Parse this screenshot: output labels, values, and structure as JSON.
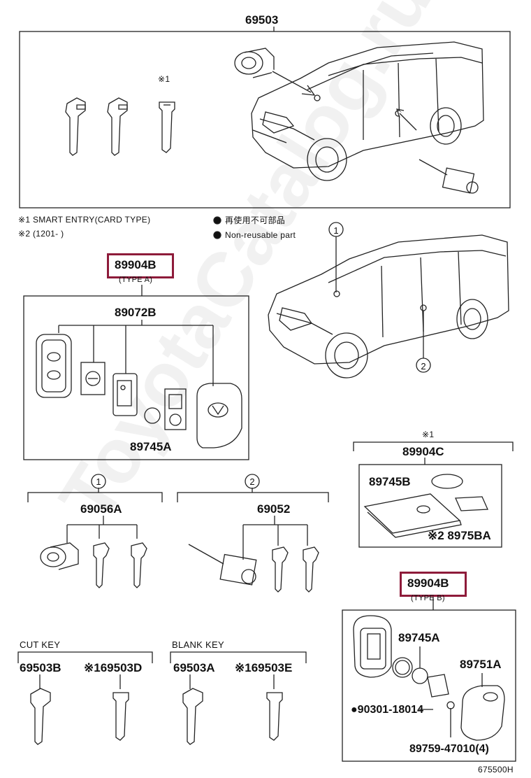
{
  "labels": {
    "top_part": "69503",
    "note1": "※1 SMART ENTRY(CARD TYPE)",
    "note2": "※2 (1201-      )",
    "legend_jp": "再使用不可部品",
    "legend_en": "Non-reusable part",
    "ref1_top": "※1",
    "part_89904B_a": "89904B",
    "type_a": "(TYPE A)",
    "part_89072B": "89072B",
    "part_89745A_a": "89745A",
    "callout_1": "①",
    "callout_2": "②",
    "callout_1b": "①",
    "callout_2b": "②",
    "ref1_card": "※1",
    "part_89904C": "89904C",
    "part_89745B": "89745B",
    "part_8975BA": "※2 8975BA",
    "part_69056A": "69056A",
    "part_69052": "69052",
    "part_89904B_b": "89904B",
    "type_b": "(TYPE B)",
    "cut_key": "CUT KEY",
    "blank_key": "BLANK KEY",
    "part_69503B": "69503B",
    "part_69503D": "※169503D",
    "part_69503A": "69503A",
    "part_69503E": "※169503E",
    "part_89745A_b": "89745A",
    "part_89751A": "89751A",
    "part_90301": "●90301-18014",
    "part_89759": "89759-47010(4)",
    "diagram_code": "675500H"
  },
  "watermark": "ToyotaCatalog.ru",
  "colors": {
    "highlight": "#8e1b3a",
    "line": "#222222"
  }
}
